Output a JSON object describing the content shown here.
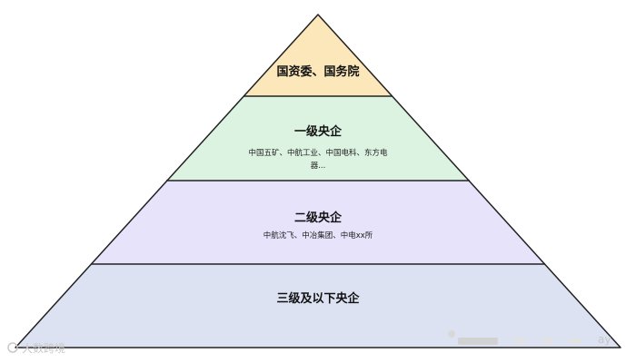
{
  "pyramid": {
    "tiers": [
      {
        "title": "国资委、国务院",
        "detail_lines": [],
        "fill": "#fbe7ba"
      },
      {
        "title": "一级央企",
        "detail_lines": [
          "中国五矿、中航工业、中国电科、东方电",
          "器..."
        ],
        "fill": "#dcf3e1"
      },
      {
        "title": "二级央企",
        "detail_lines": [
          "中航沈飞、中冶集团、中电xx所"
        ],
        "fill": "#e7e3fb"
      },
      {
        "title": "三级及以下央企",
        "detail_lines": [],
        "fill": "#dce2f2"
      }
    ],
    "outline_color": "#222222"
  },
  "watermark": {
    "left_text": "大数跨境",
    "right_text": "ay",
    "color": "#c8c8c8"
  }
}
